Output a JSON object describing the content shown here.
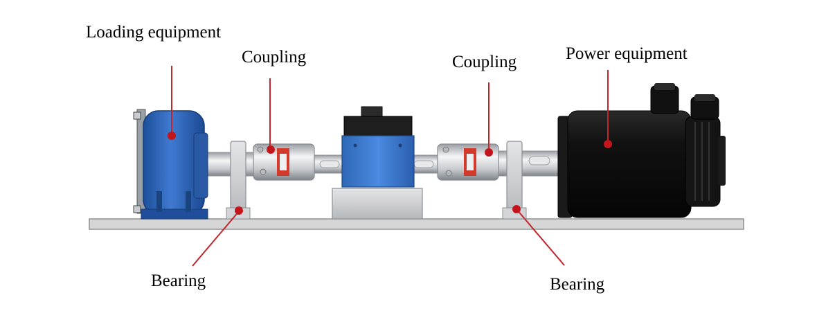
{
  "labels": {
    "loading_equipment": "Loading equipment",
    "coupling_left": "Coupling",
    "coupling_right": "Coupling",
    "power_equipment": "Power equipment",
    "bearing_left": "Bearing",
    "bearing_right": "Bearing"
  },
  "colors": {
    "leader_line": "#c0262c",
    "marker_dot": "#c3161c",
    "loading_blue": "#2f66b8",
    "sensor_blue": "#3c7bd0",
    "motor_black": "#0e0e0e",
    "base_plate": "#d6d6d6"
  }
}
